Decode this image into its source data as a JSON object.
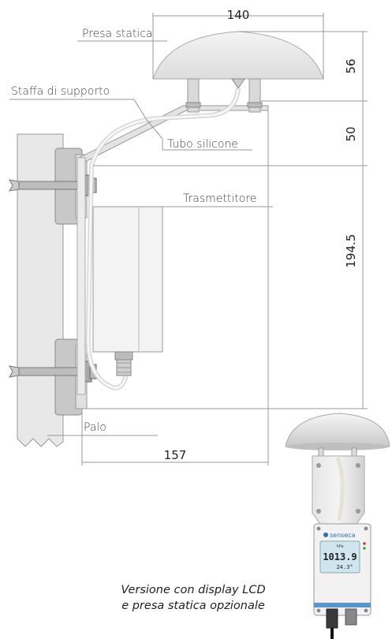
{
  "labels": {
    "presa_statica": "Presa statica",
    "staffa": "Staffa di supporto",
    "tubo": "Tubo silicone",
    "trasmettitore": "Trasmettitore",
    "palo": "Palo"
  },
  "dimensions": {
    "width_top": "140",
    "height_dome": "56",
    "height_tube": "50",
    "height_transmitter": "194.5",
    "width_bottom": "157"
  },
  "caption": {
    "line1": "Versione con display LCD",
    "line2": "e presa statica opzionale"
  },
  "device": {
    "brand": "senseca",
    "unit": "hPa",
    "pressure": "1013.9",
    "temperature": "24.3°"
  }
}
